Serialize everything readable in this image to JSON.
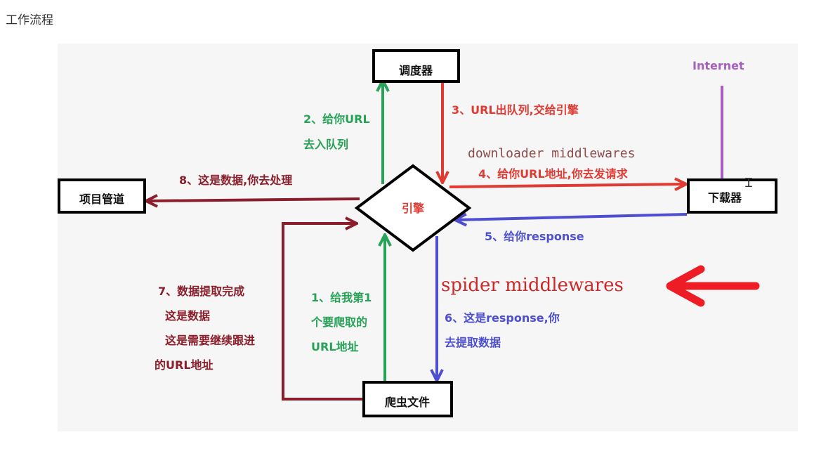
{
  "page": {
    "heading": "工作流程"
  },
  "nodes": {
    "scheduler": "调度器",
    "engine": "引擎",
    "pipeline": "项目管道",
    "downloader": "下载器",
    "spider": "爬虫文件",
    "internet": "Internet"
  },
  "middlewares": {
    "downloader": "downloader middlewares",
    "spider": "spider middlewares"
  },
  "steps": {
    "s1": [
      "1、给我第1",
      "个要爬取的",
      "URL地址"
    ],
    "s2": [
      "2、给你URL",
      "去入队列"
    ],
    "s3": "3、URL出队列,交给引擎",
    "s4": "4、给你URL地址,你去发请求",
    "s5": "5、给你response",
    "s6": [
      "6、这是response,你",
      "去提取数据"
    ],
    "s7": [
      "7、数据提取完成",
      "这是数据",
      "这是需要继续跟进",
      "的URL地址"
    ],
    "s8": "8、这是数据,你去处理"
  },
  "colors": {
    "green": "#27a257",
    "red": "#e03b33",
    "darkred": "#8b1e2a",
    "blue": "#4d4fd0",
    "purple": "#a860c0"
  }
}
